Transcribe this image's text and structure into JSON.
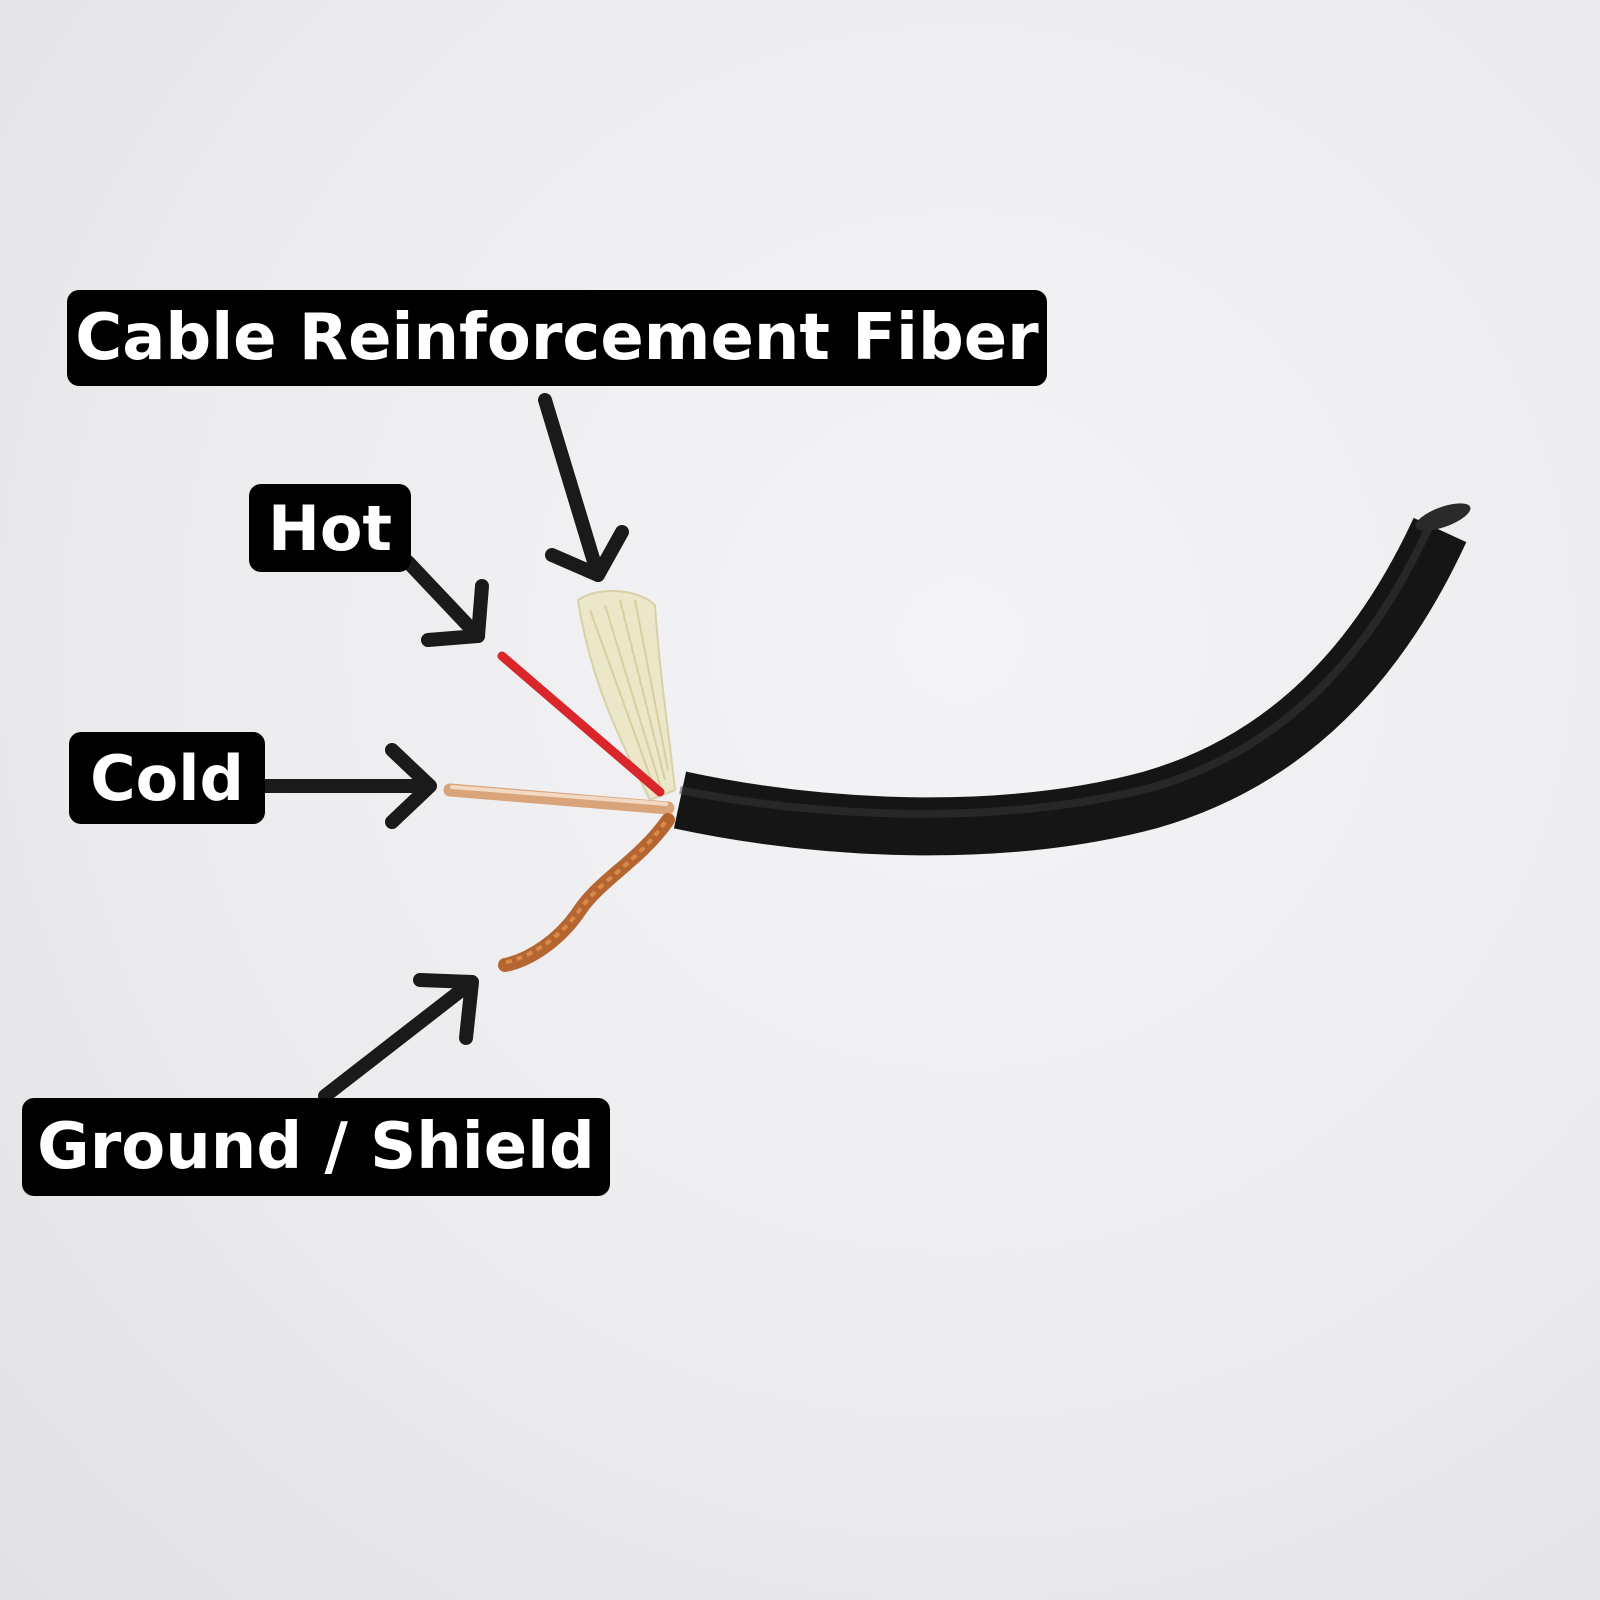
{
  "image": {
    "description": "Photo of a stripped shielded audio cable with annotated components",
    "background_color": "#ececee"
  },
  "labels": {
    "fiber": "Cable Reinforcement Fiber",
    "hot": "Hot",
    "cold": "Cold",
    "ground": "Ground / Shield"
  },
  "colors": {
    "label_bg": "#000000",
    "label_text": "#ffffff",
    "arrow": "#1a1a1a",
    "jacket": "#1c1c1c",
    "hot_wire": "#d8262a",
    "cold_wire": "#d9a47a",
    "fiber": "#ece7c8",
    "shield": "#b5652f"
  }
}
